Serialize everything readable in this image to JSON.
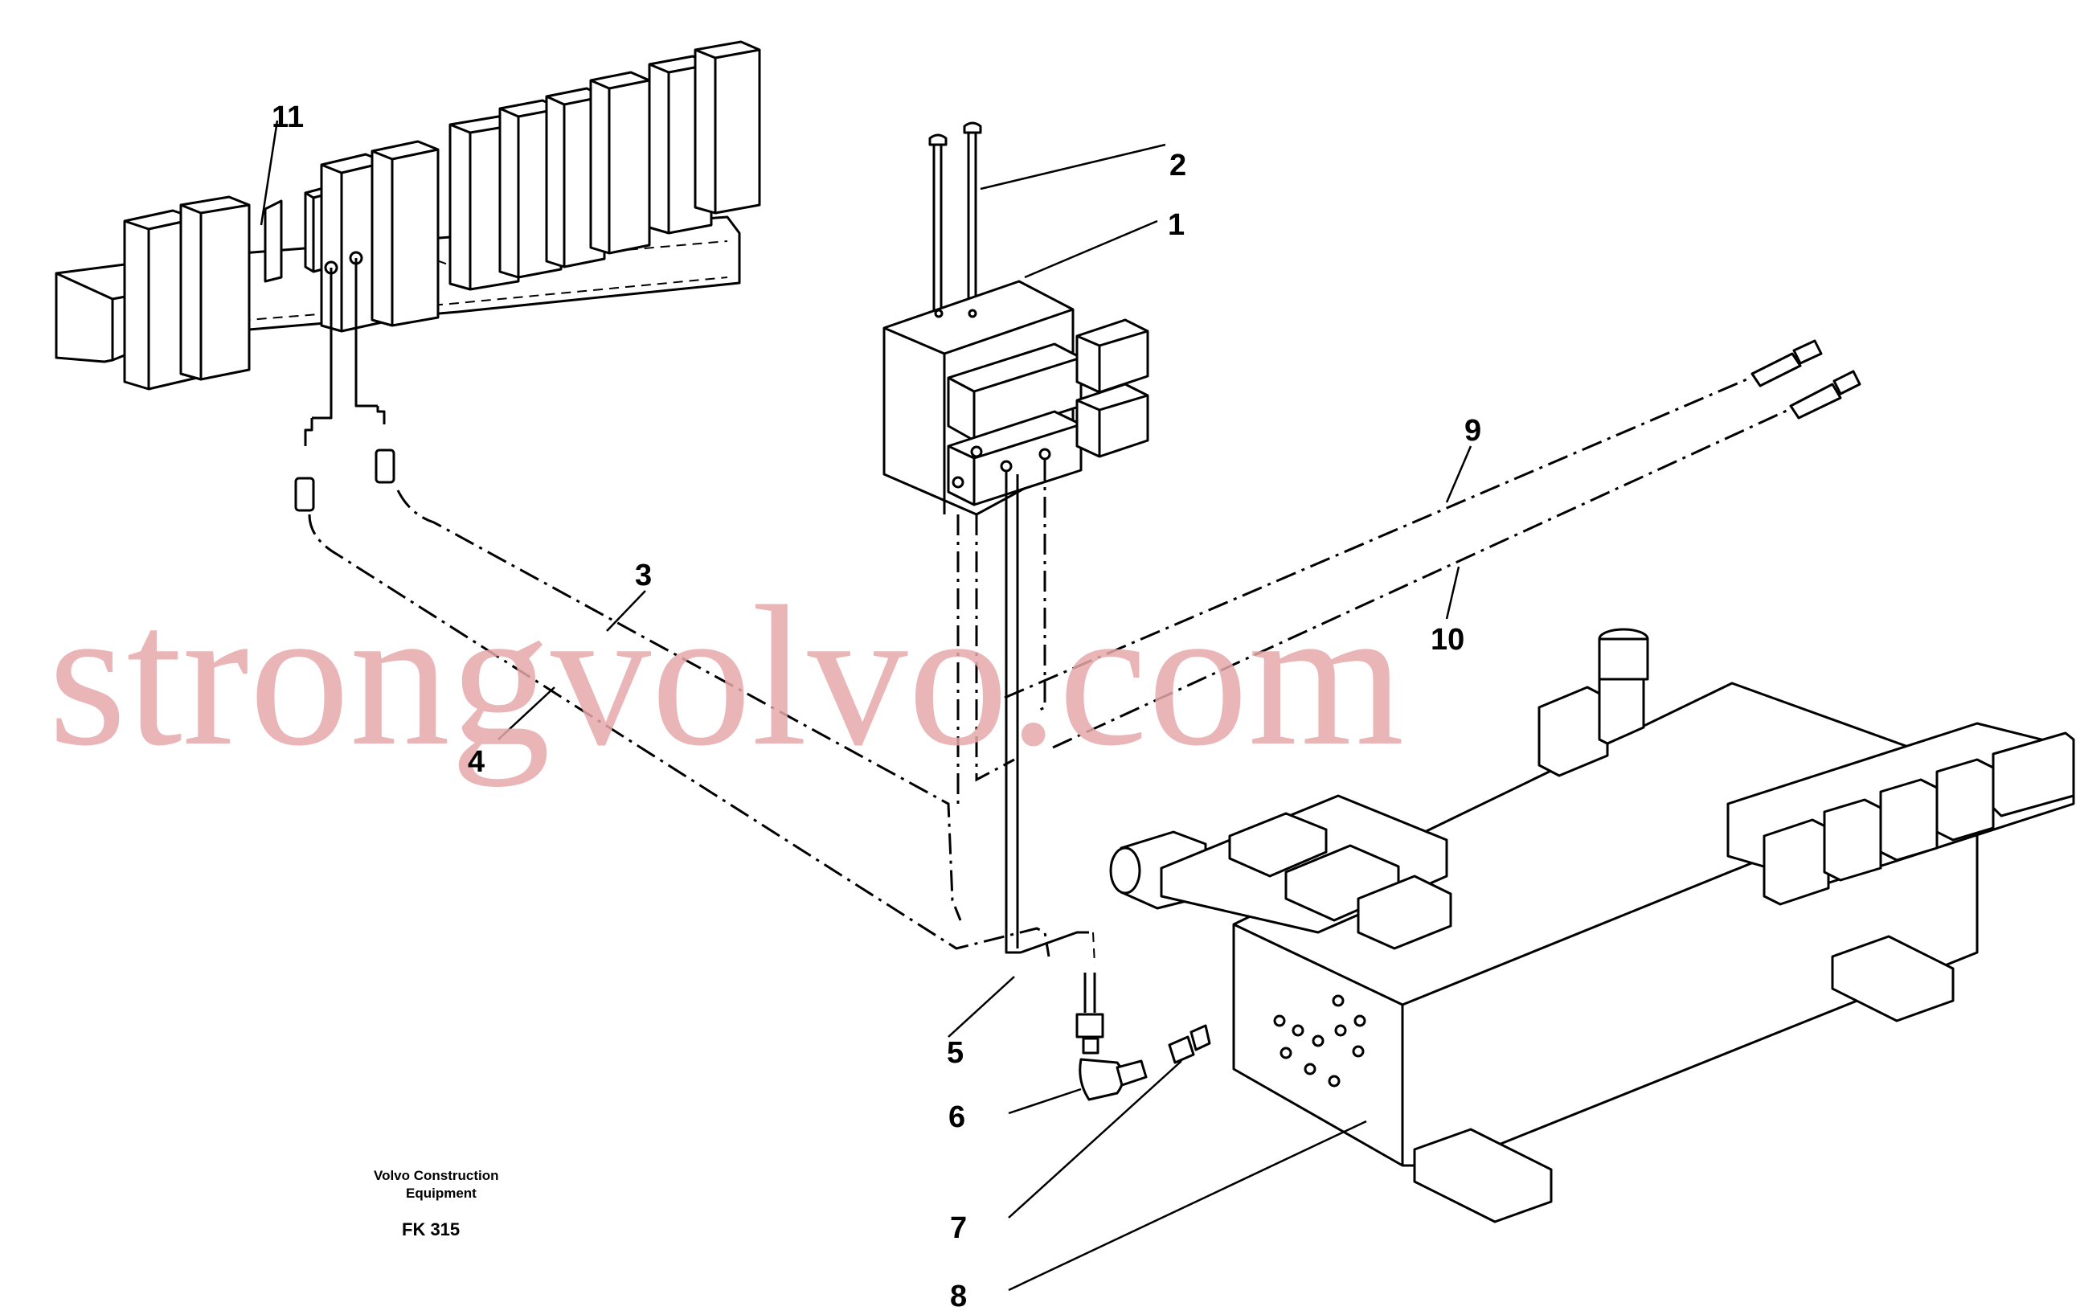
{
  "callouts": {
    "c1": "1",
    "c2": "2",
    "c3": "3",
    "c4": "4",
    "c5": "5",
    "c6": "6",
    "c7": "7",
    "c8": "8",
    "c9": "9",
    "c10": "10",
    "c11": "11"
  },
  "credit": {
    "line1": "Volvo Construction",
    "line2": "Equipment"
  },
  "figure_code": "FK 315",
  "watermark": "strongvolvo.com",
  "colors": {
    "line": "#000000",
    "watermark": "#e7a9aa",
    "background": "#ffffff"
  }
}
